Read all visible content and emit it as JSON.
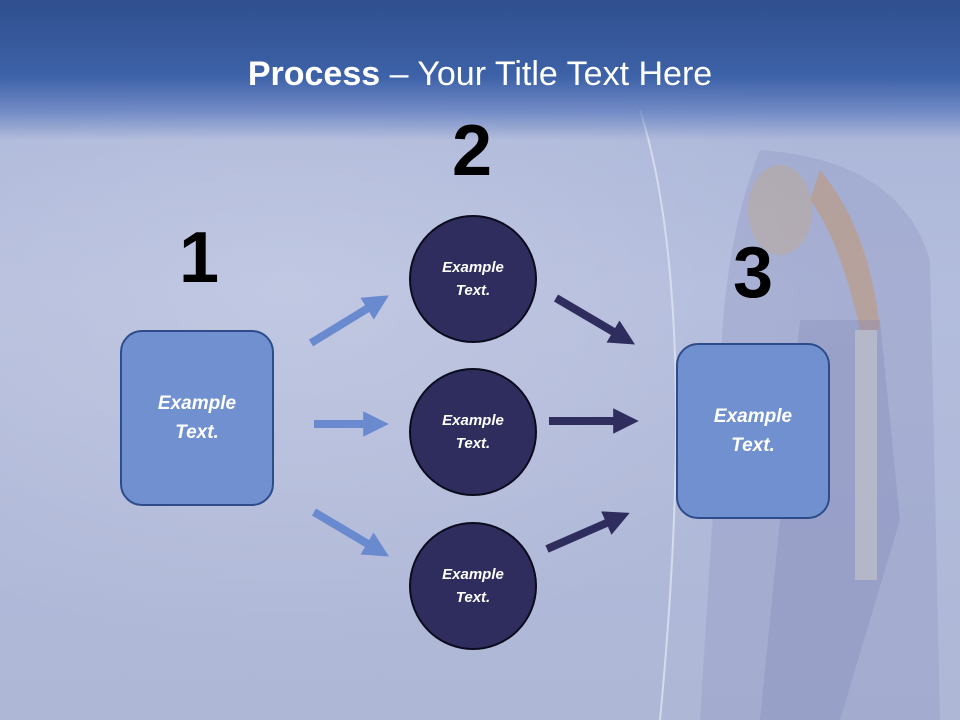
{
  "title": {
    "bold": "Process",
    "rest": " – Your Title Text Here"
  },
  "steps": [
    {
      "number": "1"
    },
    {
      "number": "2"
    },
    {
      "number": "3"
    }
  ],
  "nodes": {
    "left_box": {
      "line1": "Example",
      "line2": "Text."
    },
    "circle_top": {
      "line1": "Example",
      "line2": "Text."
    },
    "circle_middle": {
      "line1": "Example",
      "line2": "Text."
    },
    "circle_bottom": {
      "line1": "Example",
      "line2": "Text."
    },
    "right_box": {
      "line1": "Example",
      "line2": "Text."
    }
  },
  "colors": {
    "title_bar": "#3e62a8",
    "box_fill": "#7090d0",
    "circle_fill": "#2f2d5e",
    "arrow_light": "#6a8ad0",
    "arrow_dark": "#2f2d5e"
  }
}
